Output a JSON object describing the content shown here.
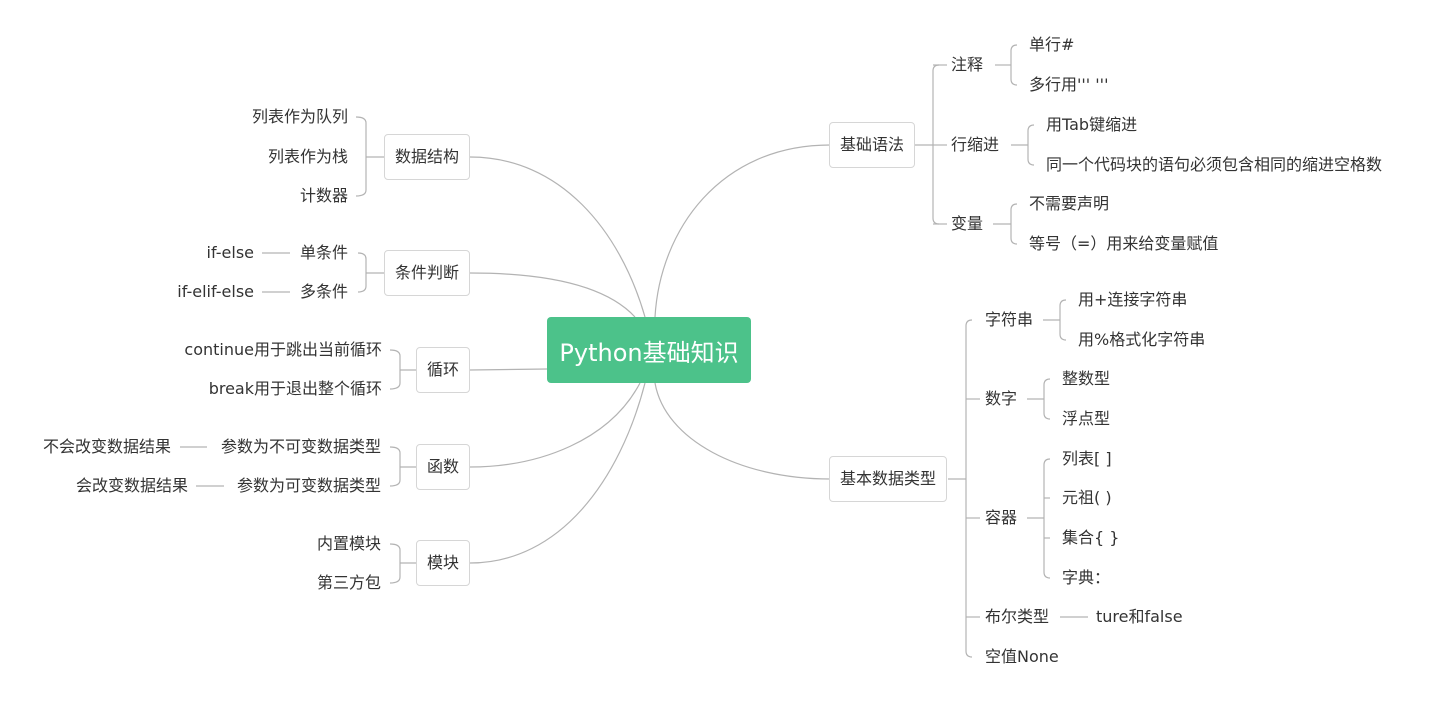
{
  "root": "Python基础知识",
  "right": {
    "basic_syntax": {
      "label": "基础语法",
      "comments": {
        "label": "注释",
        "items": [
          "单行#",
          "多行用''' '''"
        ]
      },
      "indent": {
        "label": "行缩进",
        "items": [
          "用Tab键缩进",
          "同一个代码块的语句必须包含相同的缩进空格数"
        ]
      },
      "variables": {
        "label": "变量",
        "items": [
          "不需要声明",
          "等号（=）用来给变量赋值"
        ]
      }
    },
    "data_types": {
      "label": "基本数据类型",
      "string": {
        "label": "字符串",
        "items": [
          "用+连接字符串",
          "用%格式化字符串"
        ]
      },
      "number": {
        "label": "数字",
        "items": [
          "整数型",
          "浮点型"
        ]
      },
      "container": {
        "label": "容器",
        "items": [
          "列表[ ]",
          "元祖( )",
          "集合{ }",
          "字典："
        ]
      },
      "boolean": {
        "label": "布尔类型",
        "items": [
          "ture和false"
        ]
      },
      "none": {
        "label": "空值None"
      }
    }
  },
  "left": {
    "data_structures": {
      "label": "数据结构",
      "items": [
        "列表作为队列",
        "列表作为栈",
        "计数器"
      ]
    },
    "conditions": {
      "label": "条件判断",
      "items": [
        {
          "label": "单条件",
          "example": "if-else"
        },
        {
          "label": "多条件",
          "example": "if-elif-else"
        }
      ]
    },
    "loops": {
      "label": "循环",
      "items": [
        "continue用于跳出当前循环",
        "break用于退出整个循环"
      ]
    },
    "functions": {
      "label": "函数",
      "items": [
        {
          "label": "参数为不可变数据类型",
          "result": "不会改变数据结果"
        },
        {
          "label": "参数为可变数据类型",
          "result": "会改变数据结果"
        }
      ]
    },
    "modules": {
      "label": "模块",
      "items": [
        "内置模块",
        "第三方包"
      ]
    }
  }
}
